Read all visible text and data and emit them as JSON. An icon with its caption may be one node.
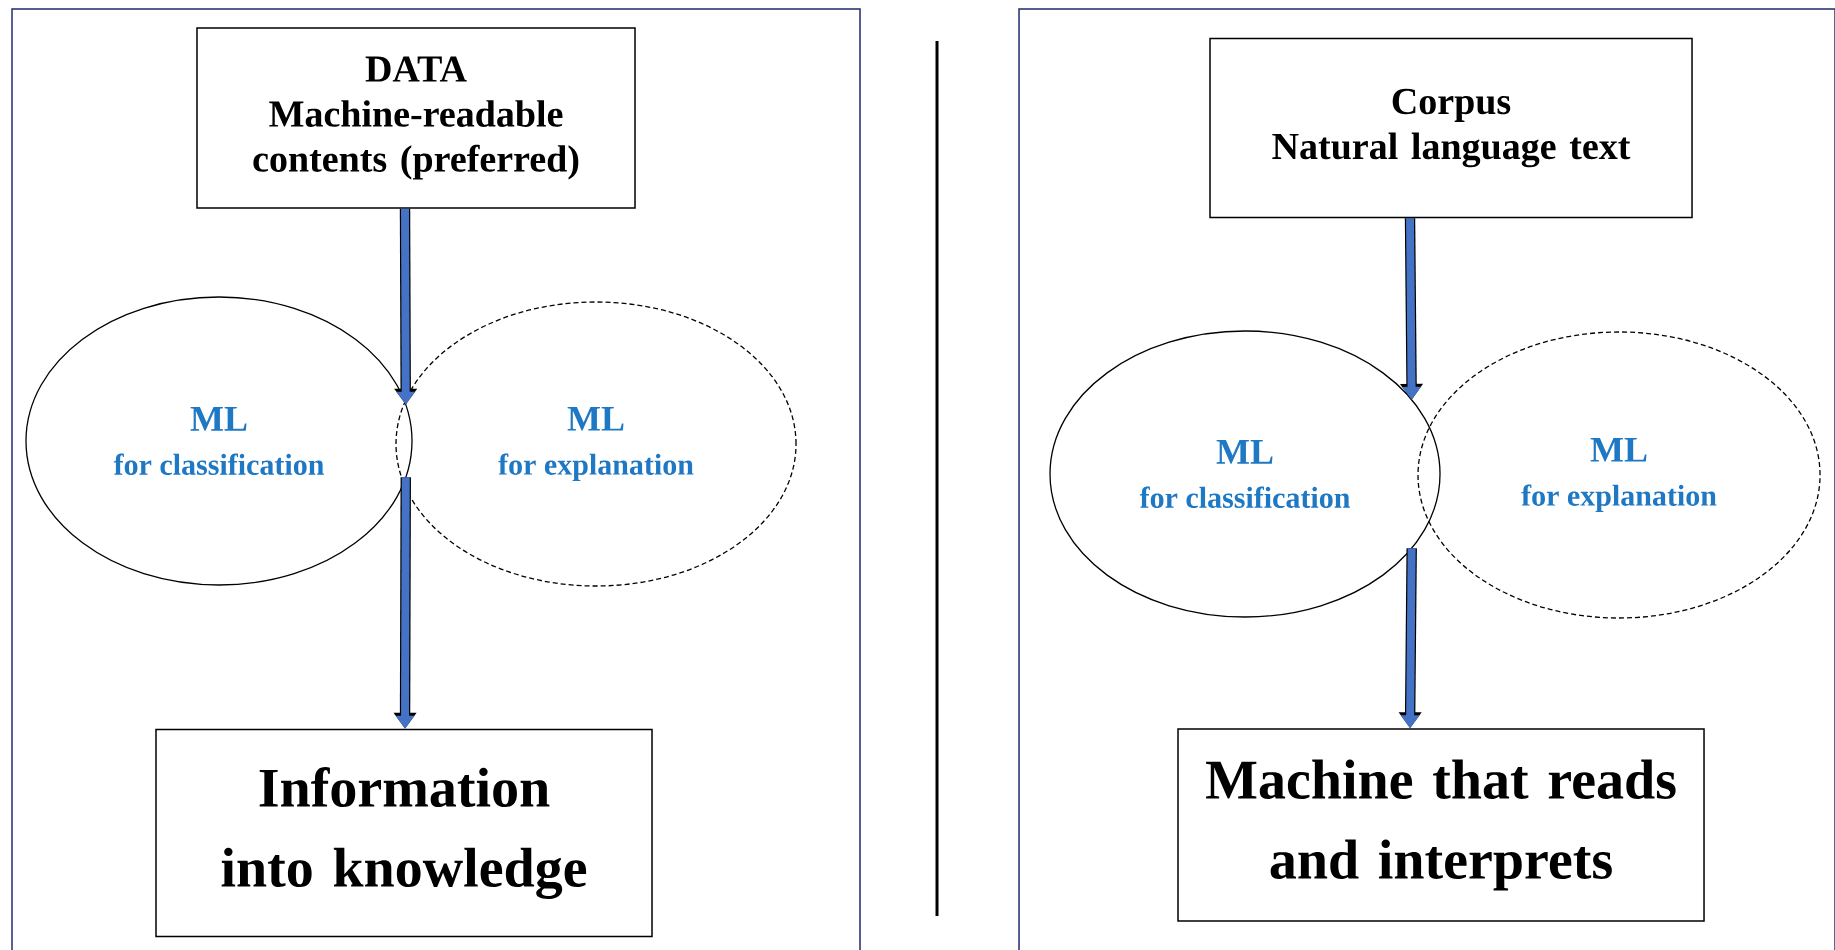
{
  "diagram": {
    "nodes": [
      {
        "text": [],
        "shape": "box"
      },
      {
        "text": [
          "DATA",
          "Machine-readable contents (preferred)"
        ],
        "in": 0
      },
      {
        "text": [
          "ML",
          "for classification"
        ],
        "in": 0
      },
      {
        "text": [
          "ML",
          "for explanation"
        ],
        "in": 0
      },
      {
        "text": [
          "Information into knowledge"
        ],
        "in": 0
      },
      {
        "text": [],
        "shape": "box"
      },
      {
        "text": [
          "Corpus",
          "Natural language text"
        ],
        "in": 5
      },
      {
        "text": [
          "ML",
          "for classification"
        ],
        "in": 5
      },
      {
        "text": [
          "ML",
          "for explanation"
        ],
        "in": 5
      },
      {
        "text": [
          "Machine that reads and interprets"
        ],
        "in": 5
      }
    ],
    "edges": [
      {
        "from": 1,
        "to": 2,
        "arrow": "to"
      },
      {
        "from": 2,
        "to": 4,
        "arrow": "to"
      },
      {
        "from": 6,
        "to": 7,
        "arrow": "to"
      },
      {
        "from": 7,
        "to": 9,
        "arrow": "to"
      }
    ]
  }
}
